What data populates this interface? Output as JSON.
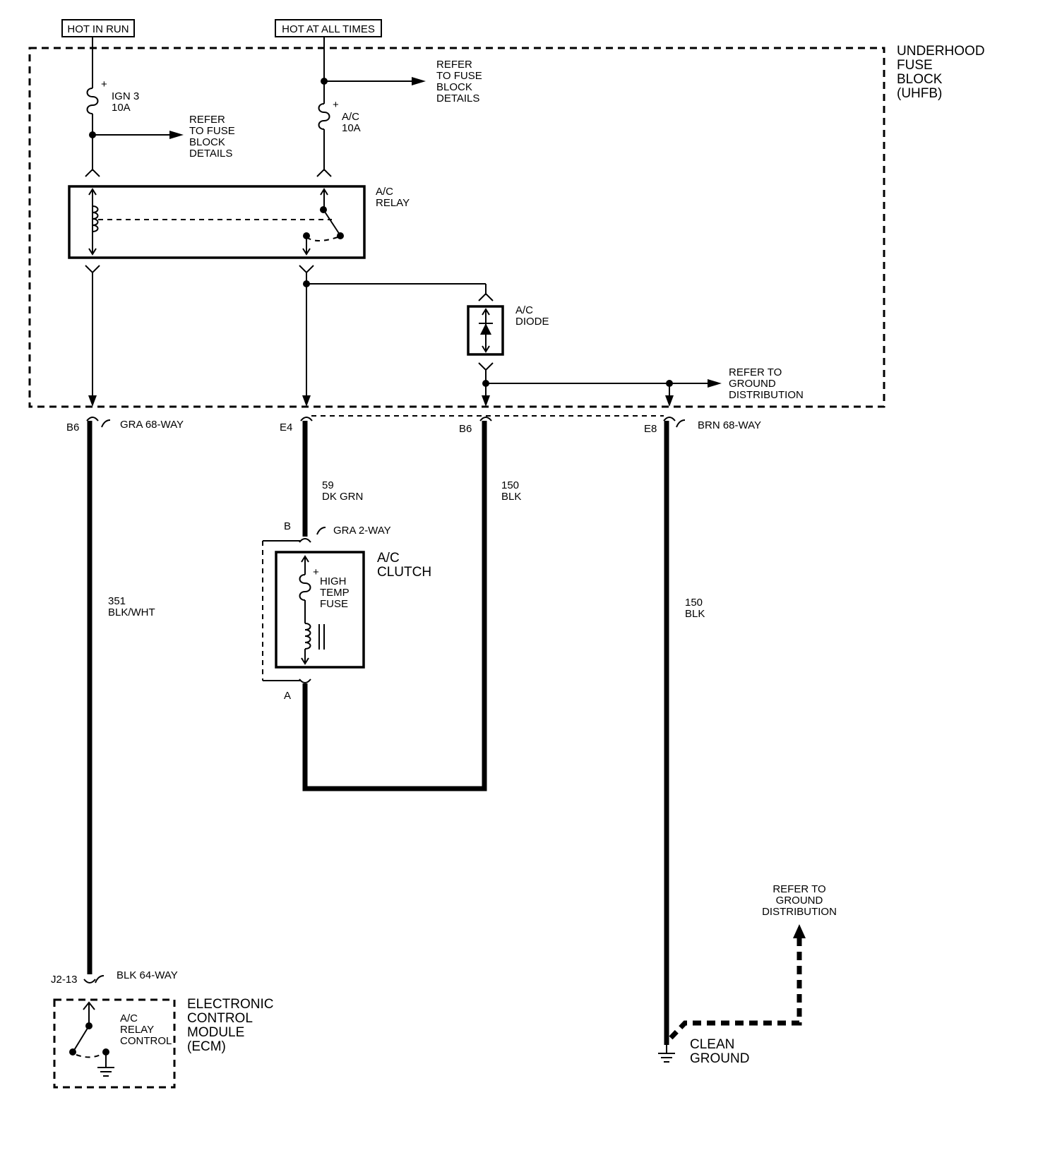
{
  "power": {
    "hot_in_run": "HOT IN RUN",
    "hot_at_all_times": "HOT AT ALL TIMES"
  },
  "uhfb": {
    "label": [
      "UNDERHOOD",
      "FUSE",
      "BLOCK",
      "(UHFB)"
    ]
  },
  "fuses": {
    "ign3": [
      "IGN 3",
      "10A"
    ],
    "ac": [
      "A/C",
      "10A"
    ],
    "plus": "+"
  },
  "refer_fuse": [
    "REFER",
    "TO FUSE",
    "BLOCK",
    "DETAILS"
  ],
  "refer_fuse_2": [
    "REFER",
    "TO FUSE",
    "BLOCK",
    "DETAILS"
  ],
  "relay": {
    "label": [
      "A/C",
      "RELAY"
    ]
  },
  "diode": {
    "label": [
      "A/C",
      "DIODE"
    ]
  },
  "refer_ground_1": [
    "REFER TO",
    "GROUND",
    "DISTRIBUTION"
  ],
  "refer_ground_2": [
    "REFER TO",
    "GROUND",
    "DISTRIBUTION"
  ],
  "connectors": {
    "b6_left": "B6",
    "gra68": "GRA 68-WAY",
    "e4": "E4",
    "b6_mid": "B6",
    "e8": "E8",
    "brn68": "BRN 68-WAY",
    "clutch_b": "B",
    "gra2": "GRA 2-WAY",
    "clutch_a": "A",
    "j2_13": "J2-13",
    "blk64": "BLK 64-WAY"
  },
  "wires": {
    "w351": [
      "351",
      "BLK/WHT"
    ],
    "w59": [
      "59",
      "DK GRN"
    ],
    "w150a": [
      "150",
      "BLK"
    ],
    "w150b": [
      "150",
      "BLK"
    ]
  },
  "clutch": {
    "label": [
      "A/C",
      "CLUTCH"
    ],
    "fuse": [
      "HIGH",
      "TEMP",
      "FUSE"
    ]
  },
  "ecm": {
    "label": [
      "ELECTRONIC",
      "CONTROL",
      "MODULE",
      "(ECM)"
    ],
    "inner": [
      "A/C",
      "RELAY",
      "CONTROL"
    ]
  },
  "ground": {
    "label": [
      "CLEAN",
      "GROUND"
    ]
  }
}
